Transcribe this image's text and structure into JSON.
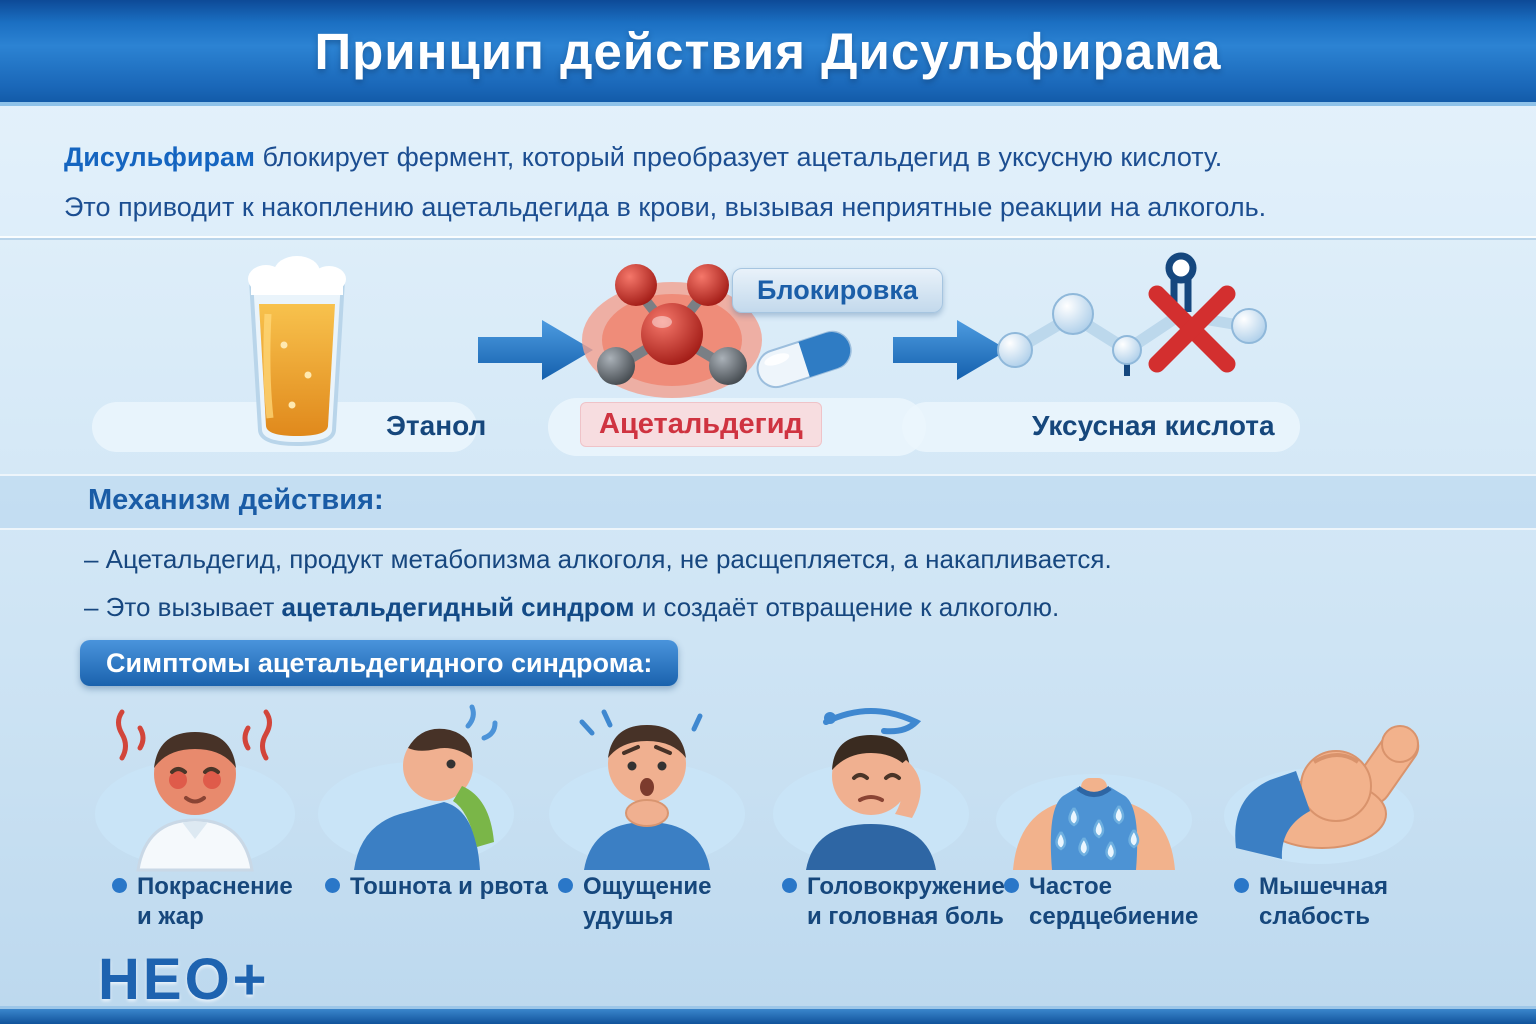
{
  "header": {
    "title": "Принцип действия Дисульфирама"
  },
  "intro": {
    "line1_bold": "Дисульфирам",
    "line1_rest": " блокирует фермент, который преобразует ацетальдегид в уксусную кислоту.",
    "line2": "Это приводит к накоплению ацетальдегида в крови, вызывая неприятные реакции на алкоголь."
  },
  "diagram": {
    "ethanol_label": "Этанол",
    "acetaldehyde_label": "Ацетальдегид",
    "blocking_badge": "Блокировка",
    "acetic_acid_label": "Уксусная кислота"
  },
  "mechanism": {
    "heading": "Механизм действия:",
    "item1": "– Ацетальдегид, продукт метабопизма алкоголя, не расщепляется, а накапливается.",
    "item2_prefix": "– Это вызывает ",
    "item2_bold": "ацетальдегидный синдром",
    "item2_suffix": " и создаёт отвращение к алкоголю."
  },
  "symptoms": {
    "heading": "Симптомы ацетальдегидного синдрома:",
    "items": [
      {
        "label": "Покраснение\nи жар"
      },
      {
        "label": "Тошнота и рвота"
      },
      {
        "label": "Ощущение удушья"
      },
      {
        "label": "Головокружение\nи головная боль"
      },
      {
        "label": "Частое\nсердцебиение"
      },
      {
        "label": "Мышечная\nслабость"
      }
    ]
  },
  "footer": {
    "logo": "НЕО+"
  },
  "colors": {
    "header_blue": "#1a6fc0",
    "text_blue": "#16477c",
    "accent_blue": "#1b5ea8",
    "alert_red": "#d32f2f"
  }
}
